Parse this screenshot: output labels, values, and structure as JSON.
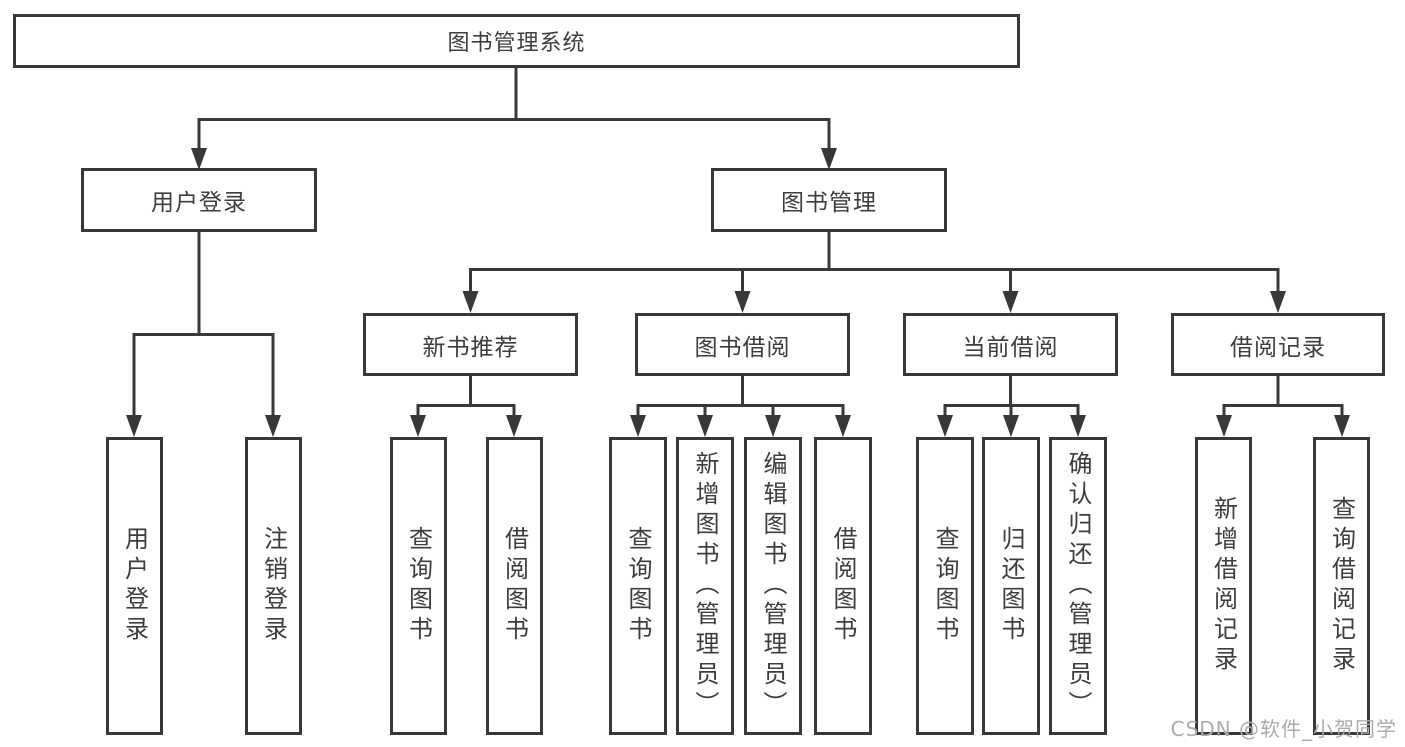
{
  "diagram": {
    "root": {
      "label": "图书管理系统"
    },
    "level2": [
      {
        "label": "用户登录"
      },
      {
        "label": "图书管理"
      }
    ],
    "level3": [
      {
        "label": "新书推荐"
      },
      {
        "label": "图书借阅"
      },
      {
        "label": "当前借阅"
      },
      {
        "label": "借阅记录"
      }
    ],
    "leaves": {
      "user_login": [
        "用户登录",
        "注销登录"
      ],
      "new_books": [
        "查询图书",
        "借阅图书"
      ],
      "book_borrow": [
        "查询图书",
        "新增图书（管理员）",
        "编辑图书（管理员）",
        "借阅图书"
      ],
      "current_borrow": [
        "查询图书",
        "归还图书",
        "确认归还（管理员）"
      ],
      "borrow_records": [
        "新增借阅记录",
        "查询借阅记录"
      ]
    }
  },
  "watermark": {
    "text": "CSDN @软件_小贺同学"
  },
  "colors": {
    "line": "#383838",
    "text": "#3d3d3d",
    "watermark": "#acacac",
    "background": "#ffffff"
  }
}
